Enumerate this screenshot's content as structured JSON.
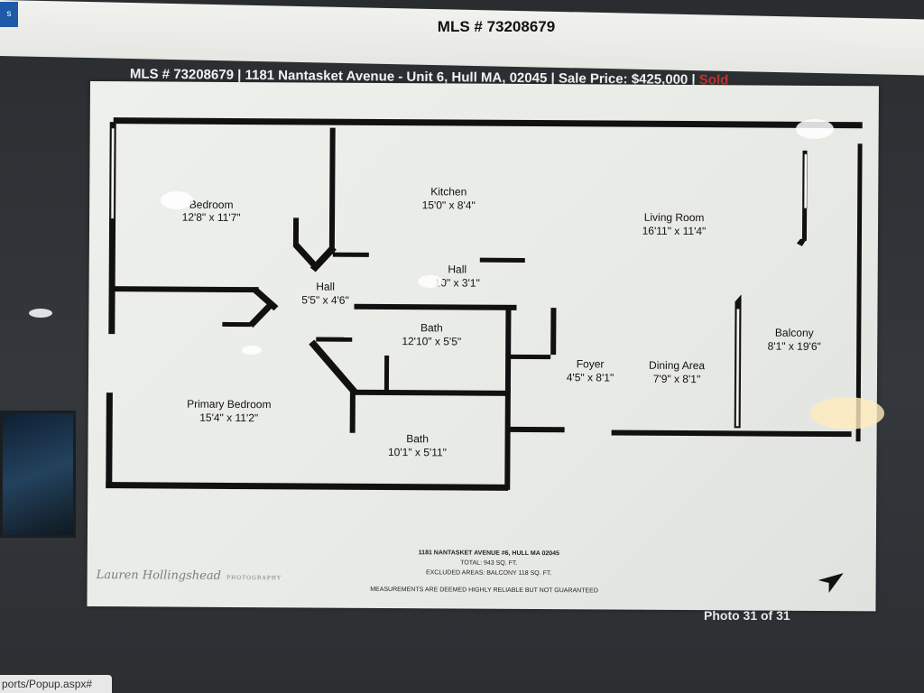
{
  "window": {
    "title": "MLS # 73208679",
    "corner_tab": "s"
  },
  "caption": {
    "text": "MLS # 73208679 | 1181 Nantasket Avenue - Unit 6, Hull MA, 02045 | Sale Price: $425,000 | ",
    "status": "Sold"
  },
  "floorplan": {
    "rooms": [
      {
        "name": "Bedroom",
        "size": "12'8\" x 11'7\""
      },
      {
        "name": "Kitchen",
        "size": "15'0\" x 8'4\""
      },
      {
        "name": "Living Room",
        "size": "16'11\" x 11'4\""
      },
      {
        "name": "Hall",
        "size": "5'5\" x 4'6\""
      },
      {
        "name": "Hall",
        "size": "10\" x 3'1\""
      },
      {
        "name": "Bath",
        "size": "12'10\" x 5'5\""
      },
      {
        "name": "Foyer",
        "size": "4'5\" x 8'1\""
      },
      {
        "name": "Dining Area",
        "size": "7'9\" x 8'1\""
      },
      {
        "name": "Balcony",
        "size": "8'1\" x 19'6\""
      },
      {
        "name": "Primary Bedroom",
        "size": "15'4\" x 11'2\""
      },
      {
        "name": "Bath",
        "size": "10'1\" x 5'11\""
      }
    ],
    "footer": {
      "address": "1181 NANTASKET AVENUE #6, HULL MA 02045",
      "total": "TOTAL: 943 SQ. FT.",
      "excluded": "EXCLUDED AREAS: BALCONY 118 SQ. FT.",
      "disclaimer": "MEASUREMENTS ARE DEEMED HIGHLY RELIABLE BUT NOT GUARANTEED"
    },
    "photographer": "Lauren Hollingshead",
    "photographer_sub": "PHOTOGRAPHY"
  },
  "gallery": {
    "counter": "Photo 31 of 31"
  },
  "statusbar": {
    "url": "ports/Popup.aspx#"
  },
  "colors": {
    "sold": "#c2342e",
    "wall": "#111111"
  }
}
